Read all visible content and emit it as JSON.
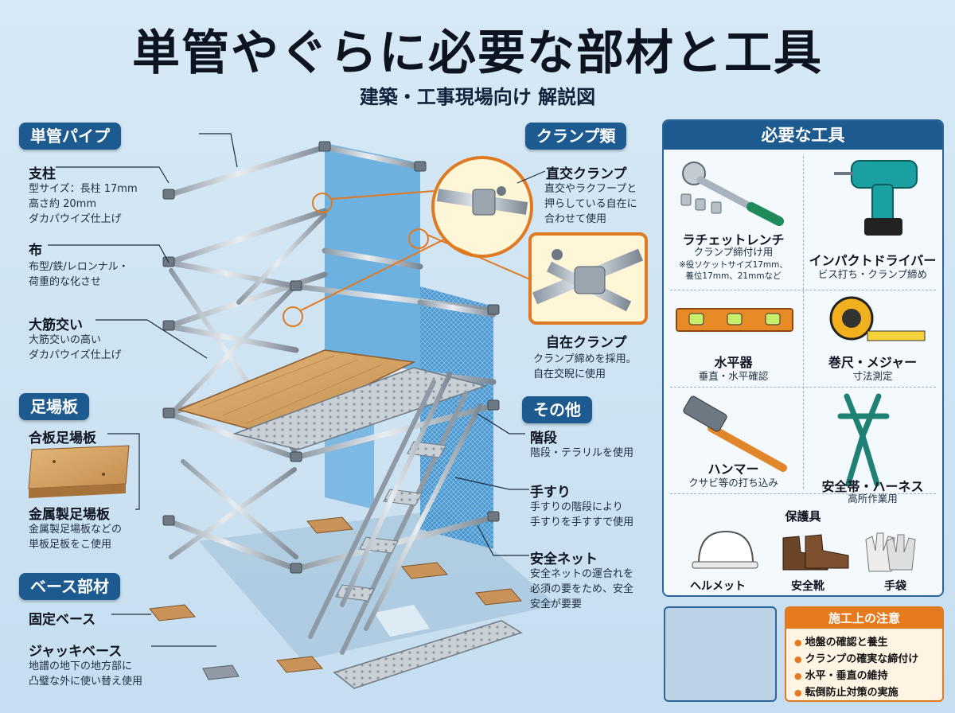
{
  "title": "単管やぐらに必要な部材と工具",
  "subtitle": "建築・工事現場向け 解説図",
  "left": {
    "pipe_header": "単管パイプ",
    "post_label": "支柱",
    "post_desc": "型サイズ：長柱 17mm\n高さ約 20mm\nダカパウイズ仕上げ",
    "cloth_label": "布",
    "cloth_desc": "布型/鉄/レロンナル・\n荷重的な化させ",
    "brace_label": "大筋交い",
    "brace_desc": "大筋交いの高い\nダカパウイズ仕上げ",
    "board_header": "足場板",
    "plywood_label": "合板足場板",
    "metal_label": "金属製足場板",
    "metal_desc": "金属製足場板などの\n単板足板をこ使用",
    "base_header": "ベース部材",
    "fixed_base_label": "固定ベース",
    "jack_base_label": "ジャッキベース",
    "jack_base_desc": "地譜の地下の地方部に\n凸璧な外に使い替え使用"
  },
  "middle": {
    "clamp_header": "クランプ類",
    "right_angle_label": "直交クランプ",
    "right_angle_desc": "直交やラクフープと\n押らしている自在に\n合わせて使用",
    "swivel_label": "自在クランプ",
    "swivel_desc": "クランプ締めを採用。\n自在交睨に使用",
    "other_header": "その他",
    "stairs_label": "階段",
    "stairs_desc": "階段・テラリルを使用",
    "handrail_label": "手すり",
    "handrail_desc": "手すりの階段により\n手すりを手すすで使用",
    "net_label": "安全ネット",
    "net_desc": "安全ネットの運合れを\n必須の要をため、安全\n安全が要要"
  },
  "tools": {
    "header": "必要な工具",
    "ratchet_name": "ラチェットレンチ",
    "ratchet_desc": "クランプ締付け用",
    "ratchet_note": "※役ソケットサイズ17mm、\n養位17mm、21mmなど",
    "impact_name": "インパクトドライバー",
    "impact_desc": "ビス打ち・クランプ締め",
    "level_name": "水平器",
    "level_desc": "垂直・水平確認",
    "tape_name": "巻尺・メジャー",
    "tape_desc": "寸法測定",
    "hammer_name": "ハンマー",
    "hammer_desc": "クサビ等の打ち込み",
    "harness_name": "安全帯・ハーネス",
    "harness_desc": "高所作業用",
    "ppe_header": "保護具",
    "helmet_name": "ヘルメット",
    "boots_name": "安全靴",
    "gloves_name": "手袋"
  },
  "notice": {
    "header": "施工上の注意",
    "items": [
      "地盤の確認と養生",
      "クランプの確実な締付け",
      "水平・垂直の維持",
      "転倒防止対策の実施"
    ]
  },
  "colors": {
    "navy": "#1c5a8f",
    "orange": "#e57a1f",
    "pipe": "#b9c3cc",
    "plywood": "#d7a86a",
    "net": "#4a9fd8"
  }
}
